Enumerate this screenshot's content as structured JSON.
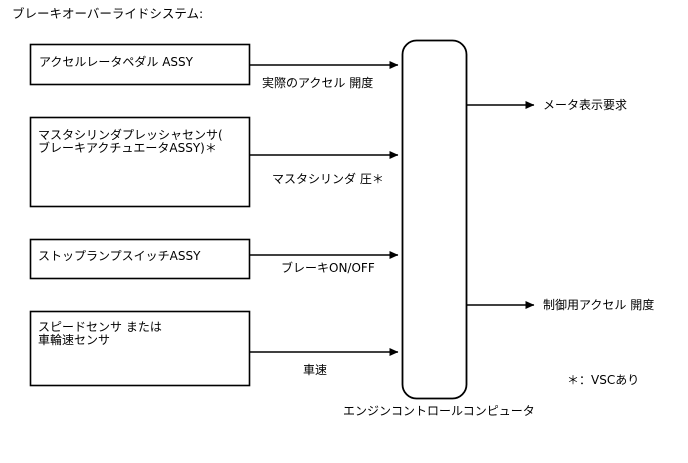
{
  "diagram": {
    "title": "ブレーキオーバーライドシステム:",
    "ecu": {
      "caption": "エンジンコントロールコンピュータ"
    },
    "footnote": "＊：VSCあり",
    "input_boxes": [
      {
        "id": "accelerator-pedal-assy",
        "line1": "アクセルレータペダル ASSY",
        "line2": ""
      },
      {
        "id": "master-cylinder-pressure-sensor",
        "line1": "マスタシリンダプレッシャセンサ(",
        "line2": "ブレーキアクチュエータASSY)＊"
      },
      {
        "id": "stop-lamp-switch-assy",
        "line1": "ストップランプスイッチASSY",
        "line2": ""
      },
      {
        "id": "speed-sensor",
        "line1": "スピードセンサ または",
        "line2": "車輪速センサ"
      }
    ],
    "input_signals": [
      {
        "id": "actual-accelerator-opening",
        "label": "実際のアクセル 開度"
      },
      {
        "id": "master-cylinder-pressure",
        "label": "マスタシリンダ 圧＊"
      },
      {
        "id": "brake-on-off",
        "label": "ブレーキON/OFF"
      },
      {
        "id": "vehicle-speed",
        "label": "車速"
      }
    ],
    "output_signals": [
      {
        "id": "meter-display-request",
        "label": "メータ表示要求"
      },
      {
        "id": "control-accelerator-opening",
        "label": "制御用アクセル 開度"
      }
    ],
    "colors": {
      "stroke": "#000000",
      "background": "#ffffff",
      "text": "#000000"
    }
  }
}
